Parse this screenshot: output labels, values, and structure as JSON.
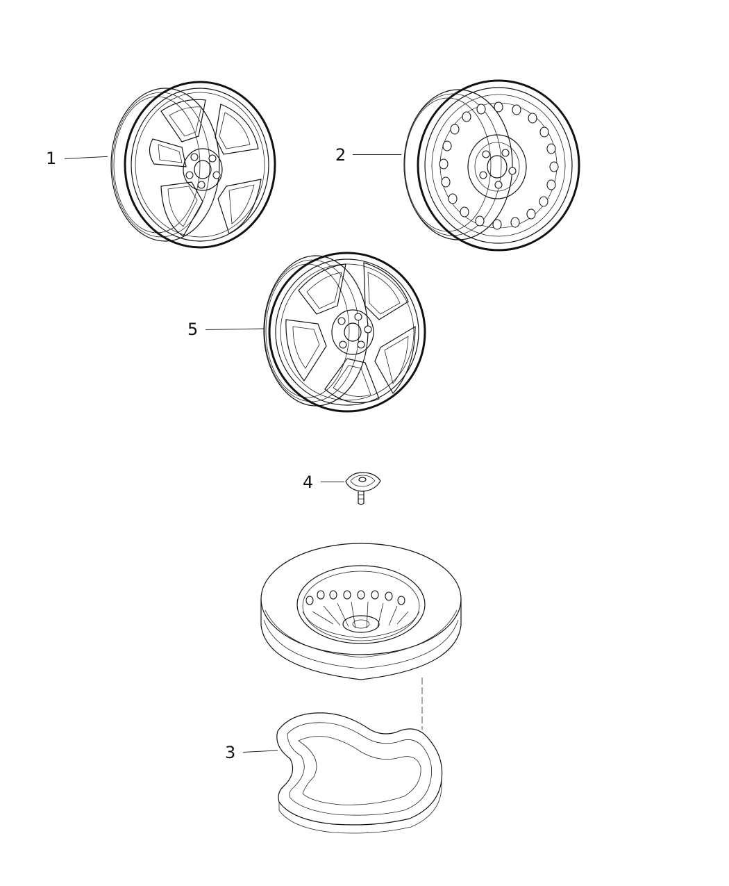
{
  "callouts": {
    "c1": "1",
    "c2": "2",
    "c3": "3",
    "c4": "4",
    "c5": "5"
  },
  "parts": {
    "p1": "alloy-wheel-icon",
    "p2": "steel-wheel-icon",
    "p3": "spare-tire-tray-icon",
    "p4": "spare-hold-down-bolt-icon",
    "p5": "alloy-wheel-icon",
    "p6": "spare-tire-icon"
  },
  "colors": {
    "line": "#111111",
    "background": "#ffffff"
  }
}
